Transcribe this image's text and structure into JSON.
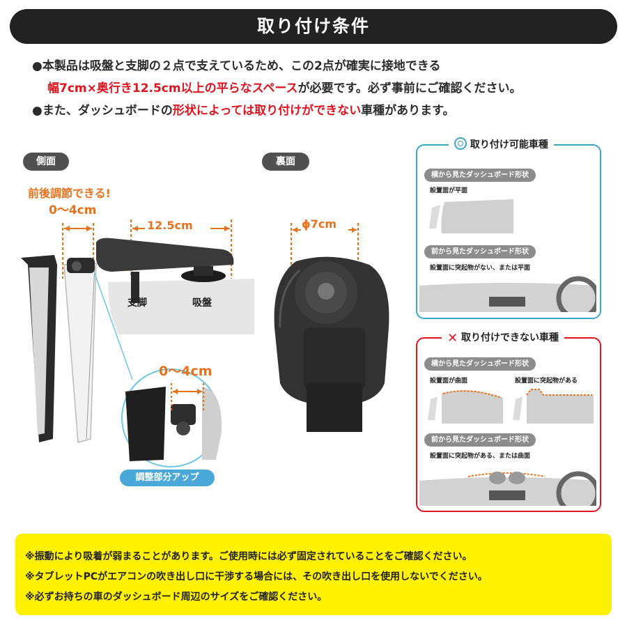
{
  "header": {
    "title": "取り付け条件"
  },
  "intro": {
    "line1": "●本製品は吸盤と支脚の２点で支えているため、この2点が確実に接地できる",
    "line2_red": "幅7cm×奥行き12.5cm以上の平らなスペース",
    "line2_rest": "が必要です。必ず事前にご確認ください。",
    "line3_pre": "●また、ダッシュボードの",
    "line3_red": "形状によっては取り付けができない",
    "line3_post": "車種があります。"
  },
  "side": {
    "tag": "側面",
    "adjust_note": "前後調節できる!",
    "range": "0〜4cm",
    "depth": "12.5cm",
    "leg_label": "支脚",
    "suction_label": "吸盤",
    "zoom_range": "0〜4cm",
    "zoom_caption": "調整部分アップ"
  },
  "back": {
    "tag": "裏面",
    "diameter": "ϕ7cm"
  },
  "ok_panel": {
    "title": "取り付け可能車種",
    "side_view": "横から見たダッシュボード形状",
    "side_caption": "設置面が平面",
    "front_view": "前から見たダッシュボード形状",
    "front_caption": "設置面に突起物がない、または平面"
  },
  "ng_panel": {
    "title": "取り付けできない車種",
    "side_view": "横から見たダッシュボード形状",
    "side_caption_a": "設置面が曲面",
    "side_caption_b": "設置面に突起物がある",
    "front_view": "前から見たダッシュボード形状",
    "front_caption": "設置面に突起物がある、または曲面"
  },
  "notes": [
    "※振動により吸着が弱まることがあります。ご使用時には必ず固定されていることをご確認ください。",
    "※タブレットPCがエアコンの吹き出し口に干渉する場合には、その吹き出し口を使用しないでください。",
    "※必ずお持ちの車のダッシュボード周辺のサイズをご確認ください。"
  ],
  "colors": {
    "ok": "#3aa7c9",
    "ng": "#e0141e",
    "accent": "#e8721c",
    "notes_bg": "#fff100"
  }
}
